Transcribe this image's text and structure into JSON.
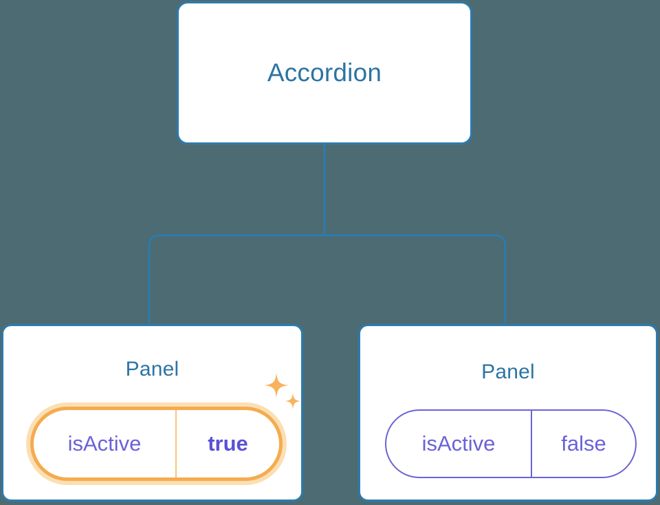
{
  "canvas": {
    "background_color": "#4c6b73"
  },
  "theme": {
    "node_border_color": "#2e7aad",
    "node_background_color": "#ffffff",
    "node_text_color": "#2c74a3",
    "connector_color": "#2e7aad",
    "pill_border_color": "#6b62d6",
    "pill_text_color": "#6b62d6",
    "highlight_border_color": "#f5ab4e",
    "highlight_halo_color": "#fbdfb4",
    "highlight_divider_color": "#f7c477",
    "highlight_value_color": "#5b51d4",
    "sparkle_color": "#f7b25c"
  },
  "tree": {
    "root": {
      "label": "Accordion"
    },
    "children": [
      {
        "label": "Panel",
        "highlighted": true,
        "property": {
          "key": "isActive",
          "value": "true"
        }
      },
      {
        "label": "Panel",
        "highlighted": false,
        "property": {
          "key": "isActive",
          "value": "false"
        }
      }
    ]
  },
  "icons": {
    "sparkle_large": "sparkle-icon",
    "sparkle_small": "sparkle-small-icon"
  }
}
